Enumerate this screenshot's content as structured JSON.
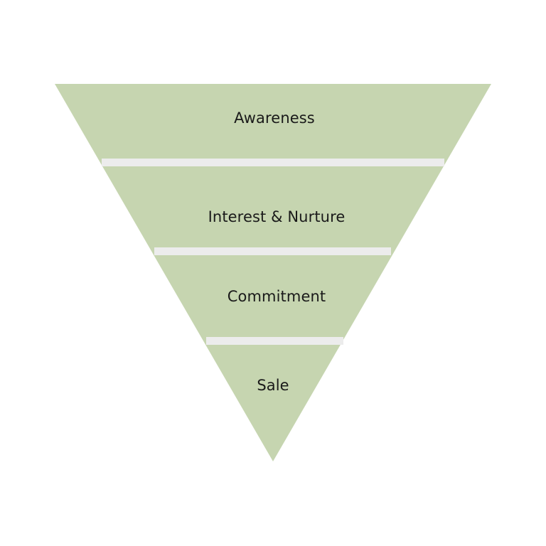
{
  "diagram": {
    "type": "funnel",
    "colors": {
      "fill": "#c6d5b0",
      "separator": "#ececec",
      "text": "#1a1a1a",
      "background": "#ffffff"
    },
    "stages": [
      {
        "label": "Awareness",
        "order": 1
      },
      {
        "label": "Interest & Nurture",
        "order": 2
      },
      {
        "label": "Commitment",
        "order": 3
      },
      {
        "label": "Sale",
        "order": 4
      }
    ]
  }
}
